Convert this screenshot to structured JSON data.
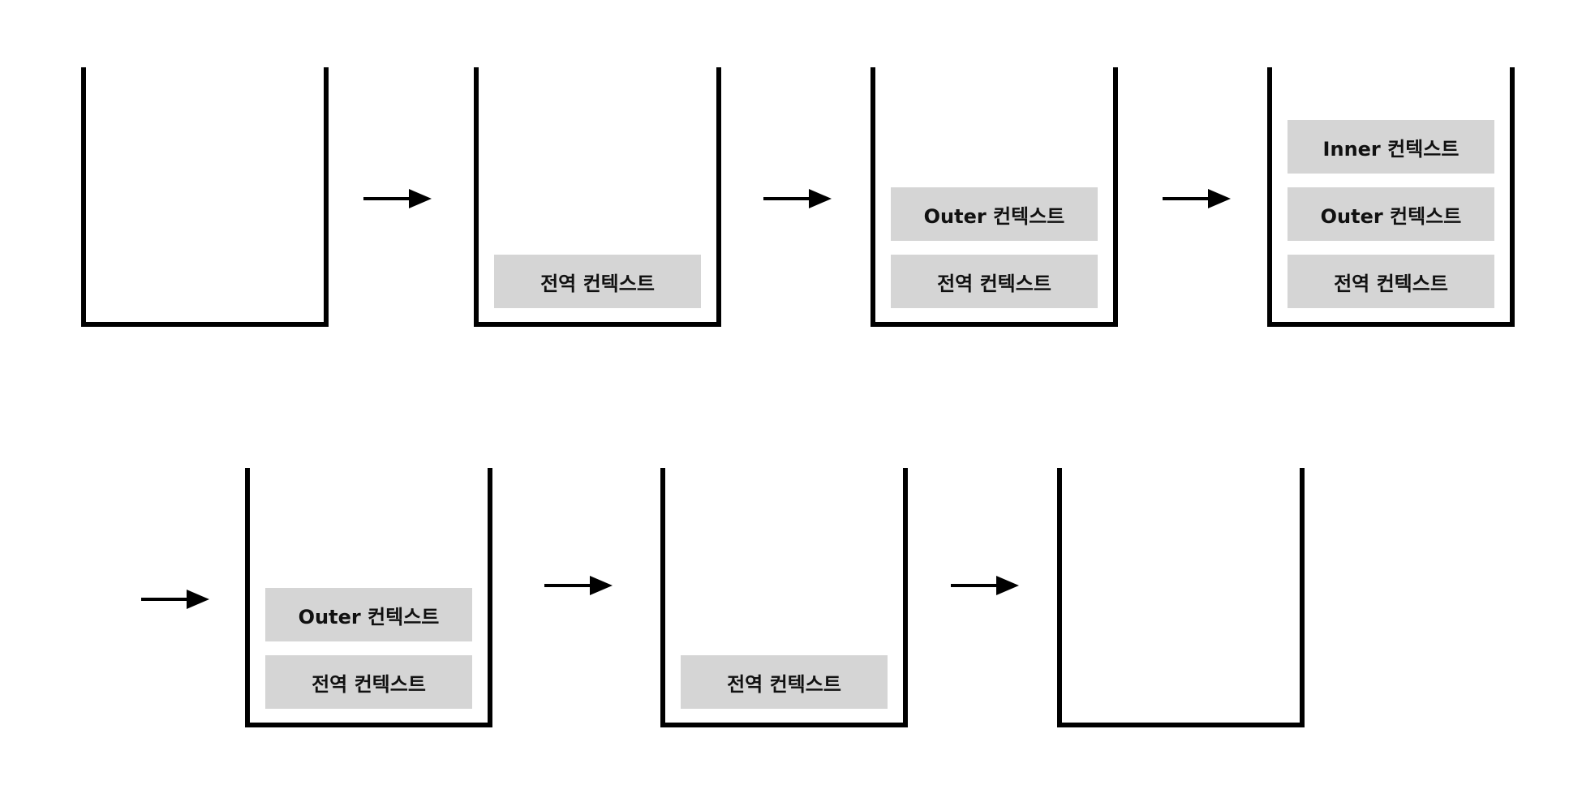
{
  "colors": {
    "frame": "#000000",
    "context_box": "#d5d5d5",
    "text": "#111111"
  },
  "stacks": [
    {
      "name": "stack-1",
      "items": []
    },
    {
      "name": "stack-2",
      "items": [
        "전역 컨텍스트"
      ]
    },
    {
      "name": "stack-3",
      "items": [
        "전역 컨텍스트",
        "Outer 컨텍스트"
      ]
    },
    {
      "name": "stack-4",
      "items": [
        "전역 컨텍스트",
        "Outer 컨텍스트",
        "Inner 컨텍스트"
      ]
    },
    {
      "name": "stack-5",
      "items": [
        "전역 컨텍스트",
        "Outer 컨텍스트"
      ]
    },
    {
      "name": "stack-6",
      "items": [
        "전역 컨텍스트"
      ]
    },
    {
      "name": "stack-7",
      "items": []
    }
  ]
}
